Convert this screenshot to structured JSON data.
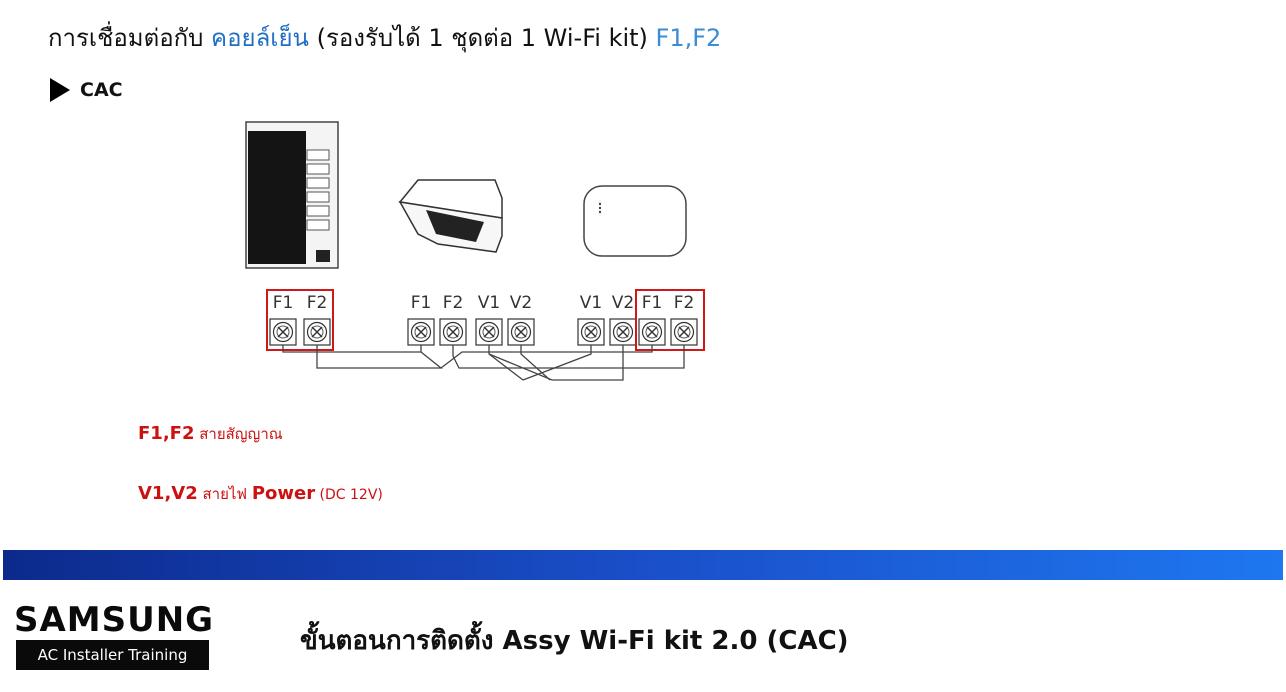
{
  "title": {
    "prefix": "การเชื่อมต่อกับ ",
    "highlight": "คอยล์เย็น",
    "middle": " (รองรับได้ 1 ชุดต่อ 1 Wi-Fi kit) ",
    "terminals": "F1,F2"
  },
  "section": {
    "label": "CAC"
  },
  "diagram": {
    "outdoor_terminals": [
      "F1",
      "F2"
    ],
    "indoor_terminals": [
      "F1",
      "F2",
      "V1",
      "V2"
    ],
    "wifi_terminals": [
      "V1",
      "V2",
      "F1",
      "F2"
    ]
  },
  "legend": {
    "signal": {
      "code": "F1,F2",
      "desc": " สายสัญญาณ"
    },
    "power": {
      "code": "V1,V2",
      "desc": " สายไฟ ",
      "word": "Power",
      "spec": " (DC 12V)"
    }
  },
  "footer": {
    "brand": "SAMSUNG",
    "tagline": "AC Installer Training",
    "title": "ขั้นตอนการติดตั้ง Assy Wi-Fi kit 2.0 (CAC)"
  },
  "colors": {
    "accent_red": "#cc1111",
    "brand_blue": "#1f6fc4",
    "bar_start": "#0c2a8c",
    "bar_end": "#1e77f0"
  }
}
